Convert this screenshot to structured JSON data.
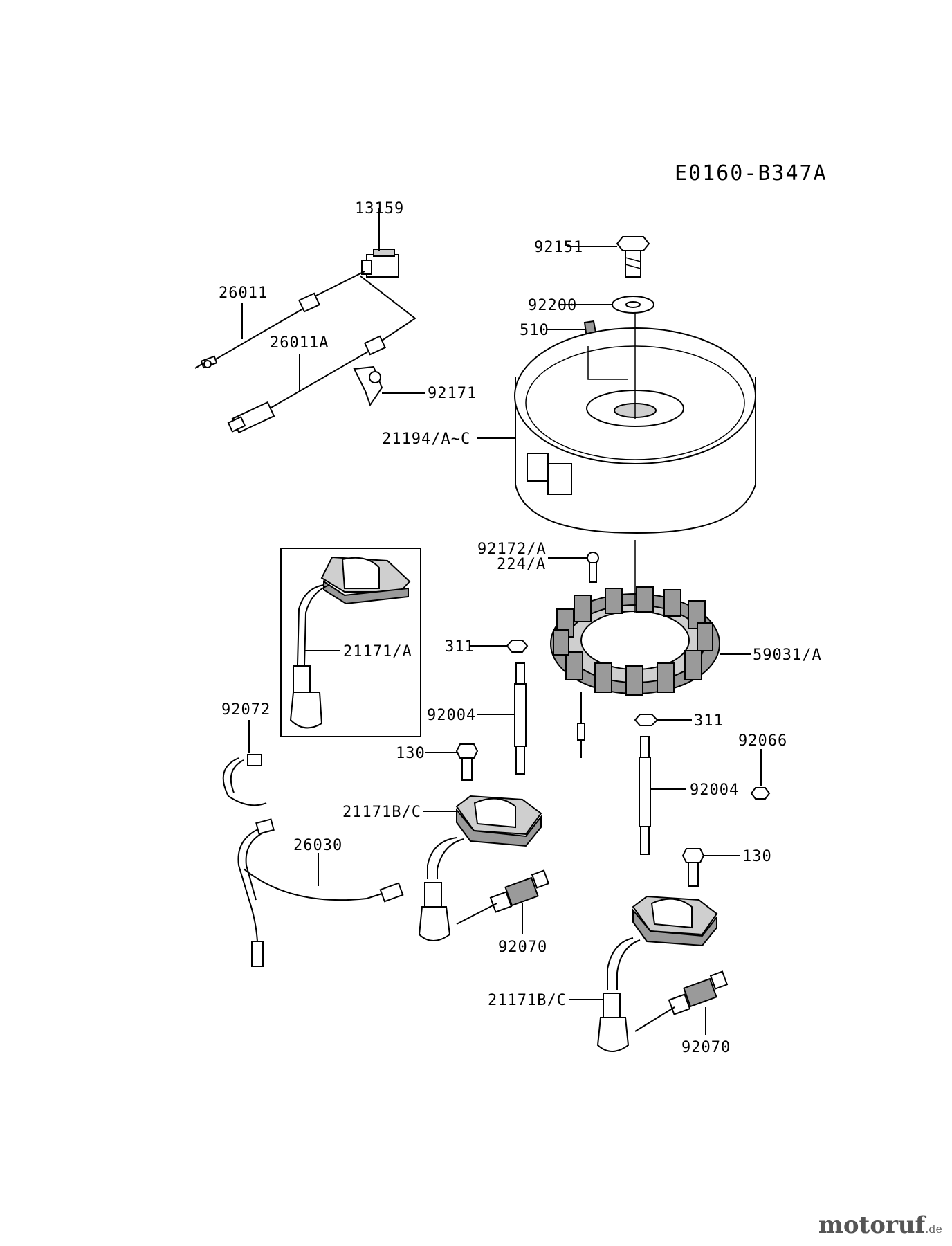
{
  "diagram_code": "E0160-B347A",
  "labels": {
    "l13159": "13159",
    "l26011": "26011",
    "l26011A": "26011A",
    "l92171": "92171",
    "l92151": "92151",
    "l92200": "92200",
    "l510": "510",
    "l21194": "21194/A~C",
    "l92172": "92172/A",
    "l224": "224/A",
    "l59031": "59031/A",
    "l21171A": "21171/A",
    "l311a": "311",
    "l92004a": "92004",
    "l92072": "92072",
    "l130a": "130",
    "l21171BCa": "21171B/C",
    "l311b": "311",
    "l92066": "92066",
    "l92004b": "92004",
    "l130b": "130",
    "l26030": "26030",
    "l92070a": "92070",
    "l21171BCb": "21171B/C",
    "l92070b": "92070"
  },
  "watermark": {
    "brand": "motoruf",
    "tld": ".de"
  }
}
